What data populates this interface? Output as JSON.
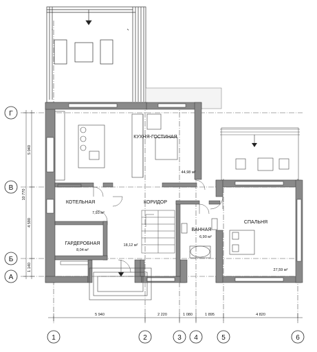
{
  "rooms": {
    "kitchen_living": {
      "name": "КУХНЯ-ГОСТИНАЯ",
      "area": "44,98 м²"
    },
    "boiler": {
      "name": "КОТЕЛЬНАЯ",
      "area": "7,93 м²"
    },
    "corridor": {
      "name": "КОРИДОР",
      "area": "18,12 м²"
    },
    "wardrobe": {
      "name": "ГАРДЕРОБНАЯ",
      "area": "8,04 м²"
    },
    "bathroom": {
      "name": "ВАННАЯ",
      "area": "6,90 м²"
    },
    "bedroom": {
      "name": "СПАЛЬНЯ",
      "area": "27,59 м²"
    }
  },
  "axes": {
    "vertical": [
      "1",
      "2",
      "3",
      "4",
      "5",
      "6"
    ],
    "horizontal": [
      "Г",
      "В",
      "Б",
      "А"
    ]
  },
  "dimensions": {
    "bottom": [
      "5 940",
      "2 220",
      "1 080",
      "1 895",
      "4 820"
    ],
    "left": [
      "5 040",
      "4 590",
      "1 140",
      "10 770"
    ]
  },
  "colors": {
    "wall": "#8a8a8a",
    "line": "#222222",
    "axis": "#444444"
  }
}
